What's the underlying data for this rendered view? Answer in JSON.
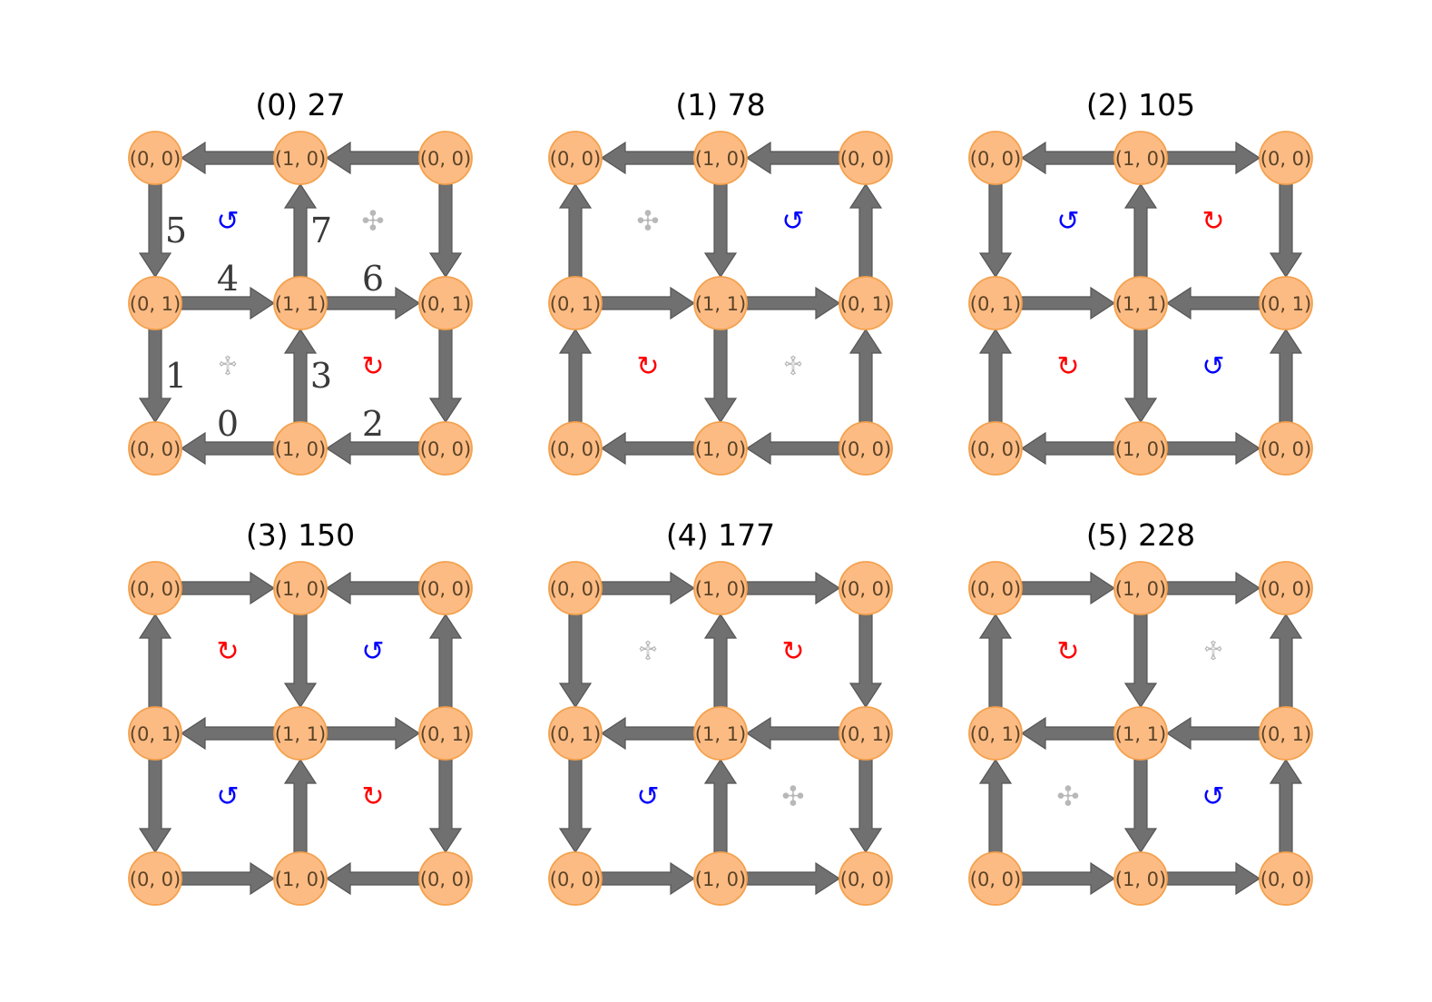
{
  "colors": {
    "node_fill": "#fdbb84",
    "node_stroke": "#f4a14d",
    "arrow": "#707070",
    "arrow_stroke": "#555555",
    "cw": "#ff0000",
    "ccw": "#0000ff",
    "neutral": "#b8b8b8"
  },
  "symbols": {
    "cw": "↻",
    "ccw": "↺",
    "plus": "♱",
    "cross": "✣"
  },
  "panels": [
    {
      "title": "(0) 27",
      "h": [
        "L",
        "L",
        "R",
        "R",
        "L",
        "L"
      ],
      "v": [
        "D",
        "U",
        "D",
        "D",
        "U",
        "D"
      ],
      "faces": [
        [
          "ccw",
          "cross"
        ],
        [
          "plus",
          "cw"
        ]
      ],
      "edge_labels": {
        "h": [
          "",
          "",
          "4",
          "6",
          "0",
          "2"
        ],
        "v": [
          "5",
          "7",
          "",
          "1",
          "3",
          ""
        ]
      }
    },
    {
      "title": "(1) 78",
      "h": [
        "L",
        "L",
        "R",
        "R",
        "L",
        "L"
      ],
      "v": [
        "U",
        "D",
        "U",
        "U",
        "D",
        "U"
      ],
      "faces": [
        [
          "cross",
          "ccw"
        ],
        [
          "cw",
          "plus"
        ]
      ]
    },
    {
      "title": "(2) 105",
      "h": [
        "L",
        "R",
        "R",
        "L",
        "L",
        "R"
      ],
      "v": [
        "D",
        "U",
        "D",
        "U",
        "D",
        "U"
      ],
      "faces": [
        [
          "ccw",
          "cw"
        ],
        [
          "cw",
          "ccw"
        ]
      ]
    },
    {
      "title": "(3) 150",
      "h": [
        "R",
        "L",
        "L",
        "R",
        "R",
        "L"
      ],
      "v": [
        "U",
        "D",
        "U",
        "D",
        "U",
        "D"
      ],
      "faces": [
        [
          "cw",
          "ccw"
        ],
        [
          "ccw",
          "cw"
        ]
      ]
    },
    {
      "title": "(4) 177",
      "h": [
        "R",
        "R",
        "L",
        "L",
        "R",
        "R"
      ],
      "v": [
        "D",
        "U",
        "D",
        "D",
        "U",
        "D"
      ],
      "faces": [
        [
          "plus",
          "cw"
        ],
        [
          "ccw",
          "cross"
        ]
      ]
    },
    {
      "title": "(5) 228",
      "h": [
        "R",
        "R",
        "L",
        "L",
        "R",
        "R"
      ],
      "v": [
        "U",
        "D",
        "U",
        "U",
        "D",
        "U"
      ],
      "faces": [
        [
          "cw",
          "plus"
        ],
        [
          "cross",
          "ccw"
        ]
      ]
    }
  ],
  "node_grid": [
    [
      "(0, 0)",
      "(1, 0)",
      "(0, 0)"
    ],
    [
      "(0, 1)",
      "(1, 1)",
      "(0, 1)"
    ],
    [
      "(0, 0)",
      "(1, 0)",
      "(0, 0)"
    ]
  ]
}
